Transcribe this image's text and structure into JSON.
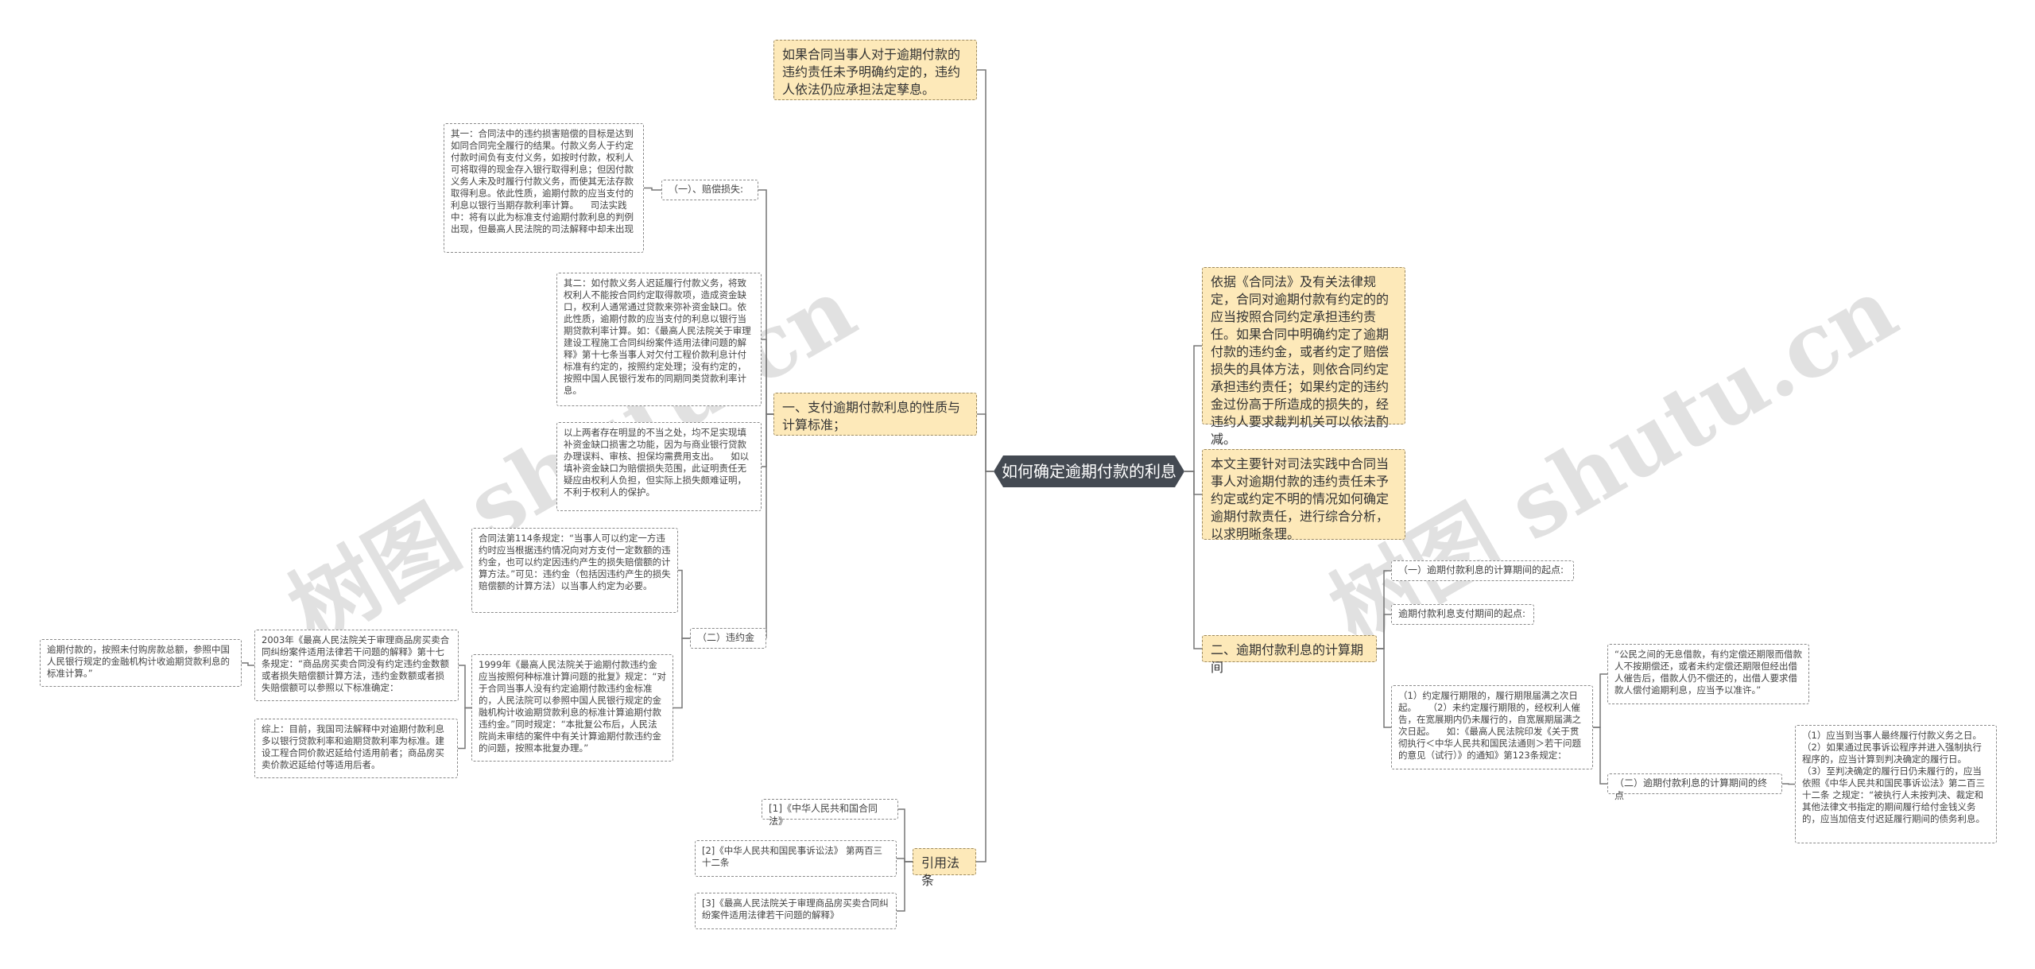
{
  "root": {
    "label": "如何确定逾期付款的利息"
  },
  "watermarks": [
    "树图 shutu.cn",
    "树图 shutu.cn"
  ],
  "left": {
    "top_note": "如果合同当事人对于逾期付款的违约责任未予明确约定的，违约人依法仍应承担法定孳息。",
    "section1": {
      "label": "一、支付逾期付款利息的性质与计算标准；",
      "sub1": {
        "label": "（一）、赔偿损失:",
        "text": "其一：合同法中的违约损害赔偿的目标是达到如同合同完全履行的结果。付款义务人于约定付款时间负有支付义务，如按时付款，权利人可将取得的现金存入银行取得利息；但因付款义务人未及时履行付款义务，而使其无法存款取得利息。依此性质，逾期付款的应当支付的利息以银行当期存款利率计算。    司法实践中：将有以此为标准支付逾期付款利息的判例出现，但最高人民法院的司法解释中却未出现"
      },
      "text2": "其二：如付款义务人迟延履行付款义务，将致权利人不能按合同约定取得款项，造成资金缺口，权利人通常通过贷款来弥补资金缺口。依此性质，逾期付款的应当支付的利息以银行当期贷款利率计算。如：《最高人民法院关于审理建设工程施工合同纠纷案件适用法律问题的解释》第十七条当事人对欠付工程价款利息计付标准有约定的，按照约定处理；没有约定的，按照中国人民银行发布的同期同类贷款利率计息。",
      "text3": "以上两者存在明显的不当之处，均不足实现填补资金缺口损害之功能，因为与商业银行贷款办理误料、审核、担保均需费用支出。    如以填补资金缺口为赔偿损失范围，此证明责任无疑应由权利人负担，但实际上损失颇难证明，不利于权利人的保护。",
      "sub2": {
        "label": "（二）违约金",
        "text1": "合同法第114条规定：“当事人可以约定一方违约时应当根据违约情况向对方支付一定数额的违约金，也可以约定因违约产生的损失赔偿额的计算方法。”可见：违约金（包括因违约产生的损失赔偿额的计算方法）以当事人约定为必要。",
        "text2": "1999年《最高人民法院关于逾期付款违约金应当按照何种标准计算问题的批复》规定：“对于合同当事人没有约定逾期付款违约金标准的，人民法院可以参照中国人民银行规定的金融机构计收逾期贷款利息的标准计算逾期付款违约金。”同时规定：“本批复公布后，人民法院尚未审结的案件中有关计算逾期付款违约金的问题，按照本批复办理。”",
        "text3": "2003年《最高人民法院关于审理商品房买卖合同纠纷案件适用法律若干问题的解释》第十七条规定：“商品房买卖合同没有约定违约金数额或者损失赔偿额计算方法，违约金数额或者损失赔偿额可以参照以下标准确定：",
        "text3_child": "逾期付款的，按照未付购房款总额，参照中国人民银行规定的金融机构计收逾期贷款利息的标准计算。”",
        "text4": "综上：目前，我国司法解释中对逾期付款利息多以银行贷款利率和逾期贷款利率为标准。建设工程合同价款迟延给付适用前者；商品房买卖价款迟延给付等适用后者。"
      }
    },
    "refs": {
      "label": "引用法条",
      "items": [
        "[1]《中华人民共和国合同法》",
        "[2]《中华人民共和国民事诉讼法》 第两百三十二条",
        "[3]《最高人民法院关于审理商品房买卖合同纠纷案件适用法律若干问题的解释》"
      ]
    }
  },
  "right": {
    "note1": "依据《合同法》及有关法律规定，合同对逾期付款有约定的的应当按照合同约定承担违约责任。如果合同中明确约定了逾期付款的违约金，或者约定了赔偿损失的具体方法，则依合同约定承担违约责任；如果约定的违约金过份高于所造成的损失的，经违约人要求裁判机关可以依法酌减。",
    "note2": "本文主要针对司法实践中合同当事人对逾期付款的违约责任未予约定或约定不明的情况如何确定逾期付款责任，进行综合分析，以求明晰条理。",
    "section2": {
      "label": "二、逾期付款利息的计算期间",
      "sub1": {
        "label": "（一）逾期付款利息的计算期间的起点:",
        "child": "逾期付款利息支付期间的起点:"
      },
      "text_mid": "（1）约定履行期限的，履行期限届满之次日起。    （2）未约定履行期限的，经权利人催告，在宽展期内仍未履行的，自宽展期届满之次日起。    如：《最高人民法院印发《关于贯彻执行＜中华人民共和国民法通则＞若干问题的意见（试行）》的通知》第123条规定：",
      "text_mid_child": "“公民之间的无息借款，有约定偿还期限而借款人不按期偿还，或者未约定偿还期限但经出借人催告后，借款人仍不偿还的，出借人要求借款人偿付逾期利息，应当予以准许。”",
      "sub2": {
        "label": "（二）逾期付款利息的计算期间的终点",
        "text": "（1）应当到当事人最终履行付款义务之日。    （2）如果通过民事诉讼程序并进入强制执行程序的，应当计算到判决确定的履行日。    （3）至判决确定的履行日仍未履行的，应当依照《中华人民共和国民事诉讼法》第二百三十二条 之规定：“被执行人未按判决、裁定和其他法律文书指定的期间履行给付金钱义务的，应当加倍支付迟延履行期间的债务利息。"
      }
    }
  },
  "colors": {
    "primary_fill": "#fde9b9",
    "root_fill": "#444a52",
    "line": "#777777"
  }
}
